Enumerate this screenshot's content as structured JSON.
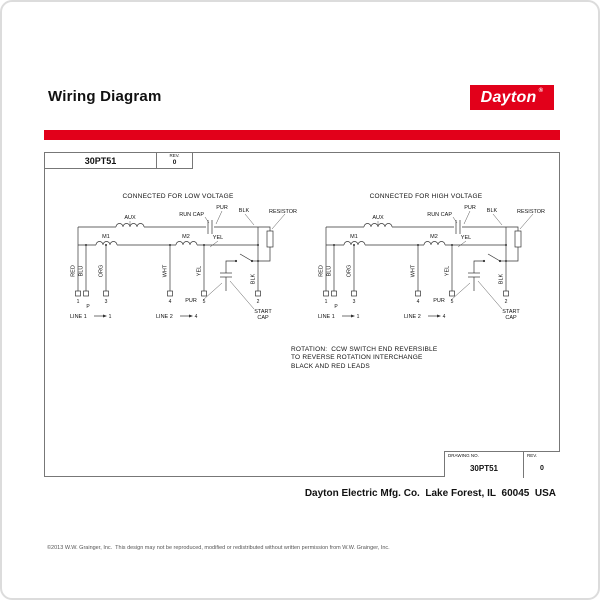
{
  "page": {
    "title": "Wiring Diagram",
    "brand": "Dayton",
    "brand_reg": "®",
    "footer": "Dayton Electric Mfg. Co.  Lake Forest, IL  60045  USA",
    "copyright": "©2013 W.W. Grainger, Inc.  This design may not be reproduced, modified or redistributed without written permission from W.W. Grainger, Inc."
  },
  "colors": {
    "brand_red": "#e2001a"
  },
  "title_block": {
    "part_no": "30PT51",
    "rev_label": "REV.",
    "rev_value": "0"
  },
  "drawing_block": {
    "drawing_no_label": "DRAWING NO.",
    "drawing_no": "30PT51",
    "rev_label": "REV.",
    "rev_value": "0"
  },
  "diagrams": [
    {
      "heading": "CONNECTED FOR LOW VOLTAGE"
    },
    {
      "heading": "CONNECTED FOR HIGH VOLTAGE"
    }
  ],
  "labels": {
    "aux": "AUX",
    "m1": "M1",
    "m2": "M2",
    "run_cap": "RUN CAP",
    "pur_top": "PUR",
    "blk_top": "BLK",
    "resistor": "RESISTOR",
    "yel_mid": "YEL",
    "red": "RED",
    "blu": "BLU",
    "org": "ORG",
    "wht": "WHT",
    "yel_left": "YEL",
    "blk_side": "BLK",
    "pur_bottom": "PUR",
    "start_cap_line1": "START",
    "start_cap_line2": "CAP",
    "line1": "LINE 1",
    "line1_terminal": "1",
    "line2": "LINE 2",
    "line2_terminal": "4",
    "t1": "1",
    "t3": "3",
    "tp": "P",
    "t4": "4",
    "t5": "5",
    "t2": "2"
  },
  "note": {
    "line1": "ROTATION:  CCW SWITCH END REVERSIBLE",
    "line2": "TO REVERSE ROTATION INTERCHANGE",
    "line3": "BLACK AND RED LEADS"
  }
}
